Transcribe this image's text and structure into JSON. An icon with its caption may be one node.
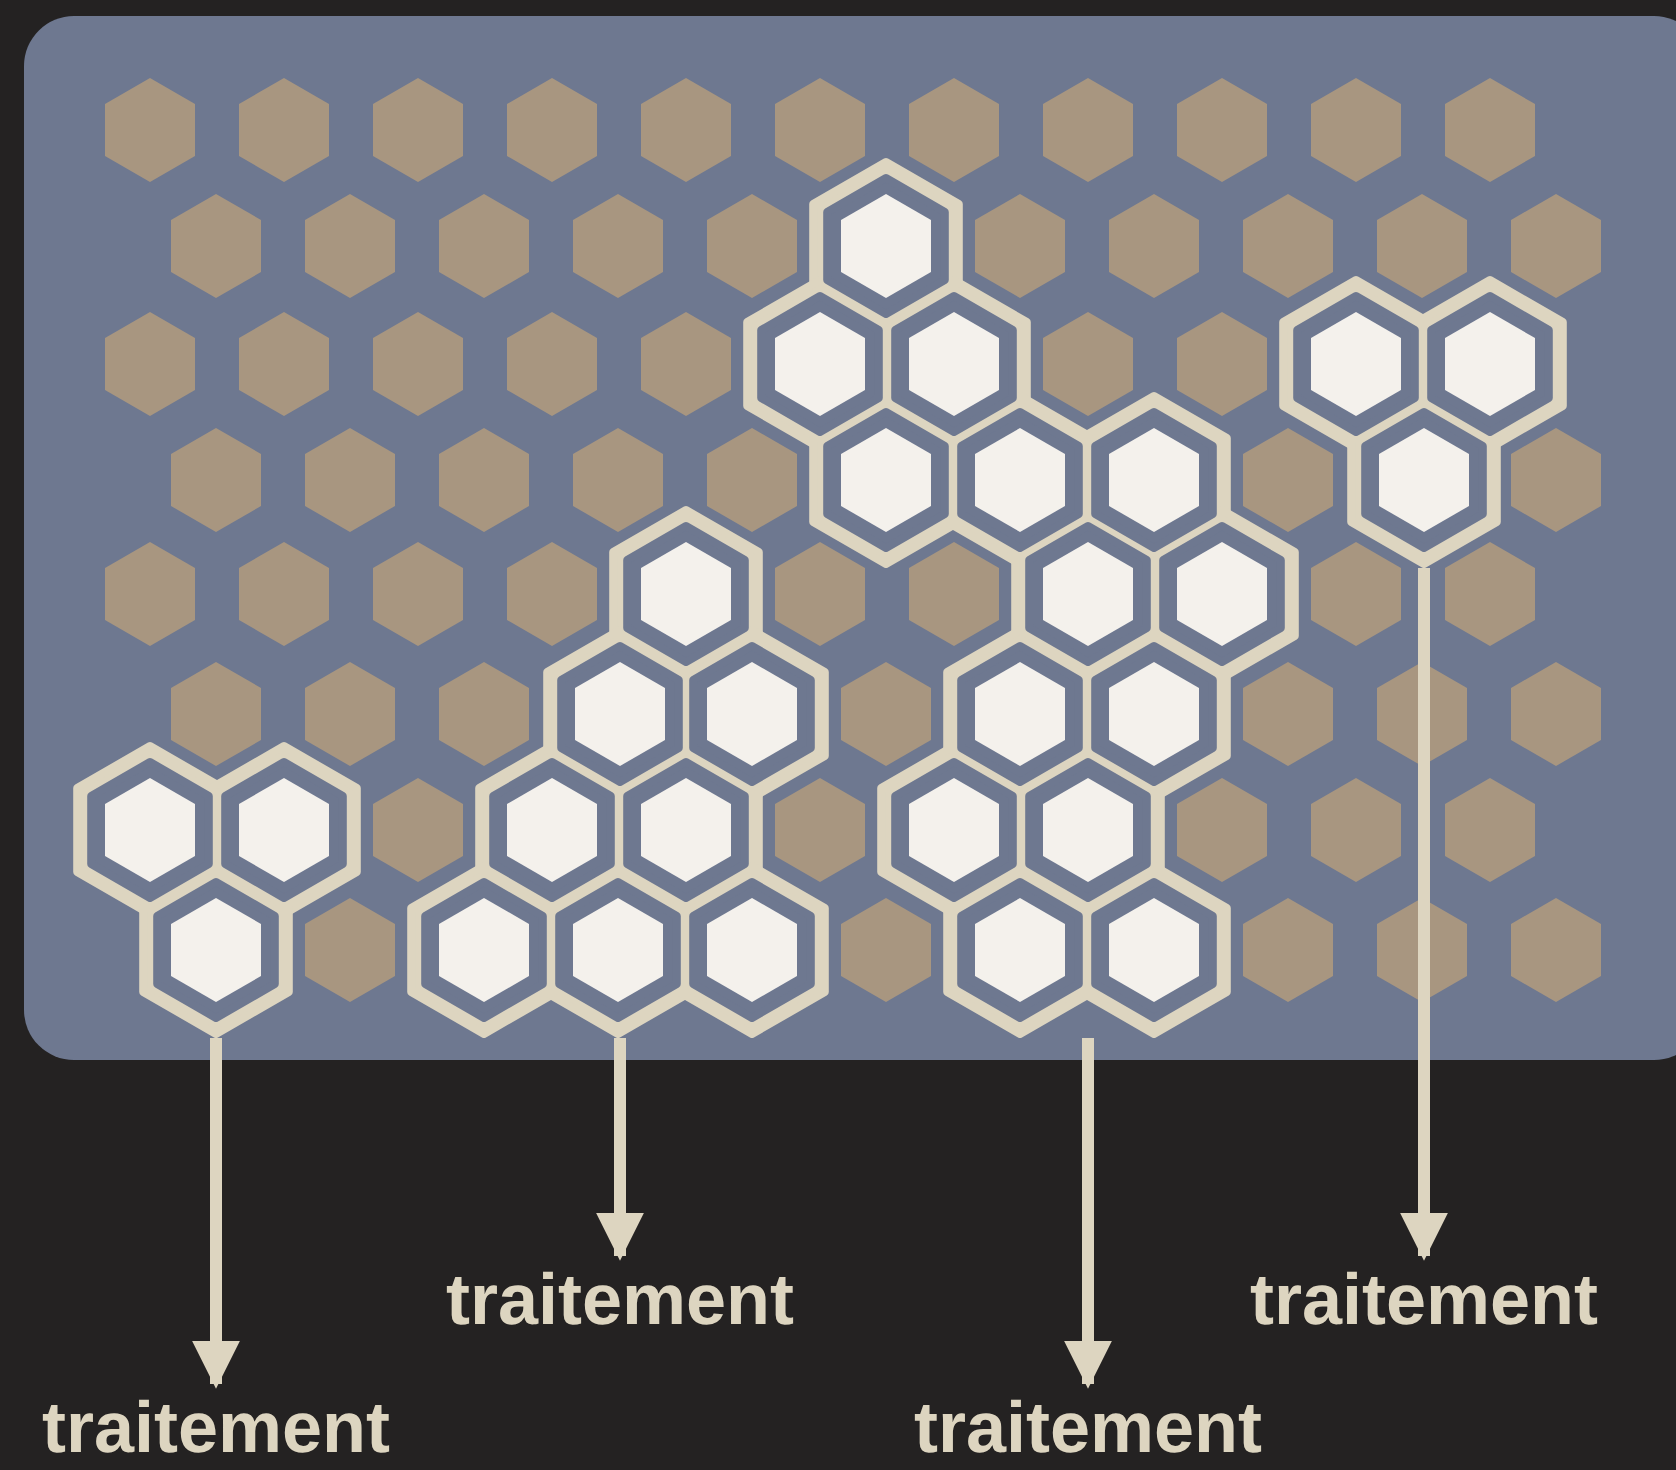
{
  "diagram": {
    "nodes": [
      {
        "text": [],
        "shape": "cluster"
      },
      {
        "text": [],
        "shape": "cluster"
      },
      {
        "text": [],
        "shape": "cluster"
      },
      {
        "text": [],
        "shape": "cluster"
      },
      {
        "text": [
          "traitement"
        ]
      },
      {
        "text": [
          "traitement"
        ]
      },
      {
        "text": [
          "traitement"
        ]
      },
      {
        "text": [
          "traitement"
        ]
      }
    ],
    "edges": [
      {
        "from": 0,
        "to": 6,
        "arrow": "to"
      },
      {
        "from": 1,
        "to": 4,
        "arrow": "to"
      },
      {
        "from": 2,
        "to": 7,
        "arrow": "to"
      },
      {
        "from": 3,
        "to": 5,
        "arrow": "to"
      }
    ]
  }
}
